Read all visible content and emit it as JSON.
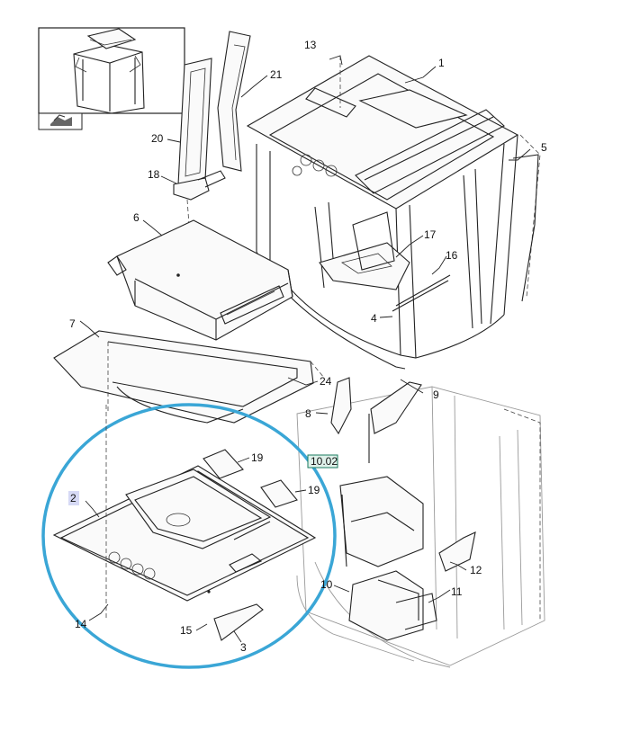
{
  "diagram": {
    "callouts": [
      "1",
      "2",
      "3",
      "4",
      "5",
      "6",
      "7",
      "8",
      "9",
      "10",
      "11",
      "12",
      "13",
      "14",
      "15",
      "16",
      "17",
      "18",
      "19",
      "19",
      "20",
      "21",
      "24"
    ],
    "reference_tag": "10.02",
    "highlight_color": "#3aa6d6"
  }
}
